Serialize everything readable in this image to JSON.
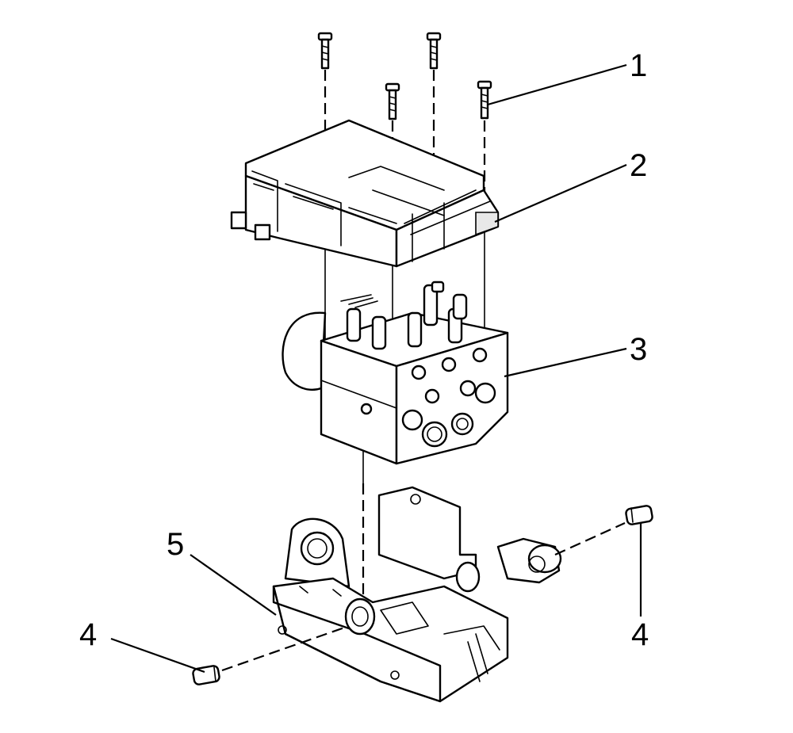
{
  "callouts": [
    {
      "id": "1",
      "text": "1"
    },
    {
      "id": "2",
      "text": "2"
    },
    {
      "id": "3",
      "text": "3"
    },
    {
      "id": "4a",
      "text": "4"
    },
    {
      "id": "4b",
      "text": "4"
    },
    {
      "id": "5",
      "text": "5"
    }
  ],
  "parts": {
    "1": "bolt",
    "2": "control-module",
    "3": "modulator-valve-body",
    "4": "pin",
    "5": "mounting-bracket"
  }
}
